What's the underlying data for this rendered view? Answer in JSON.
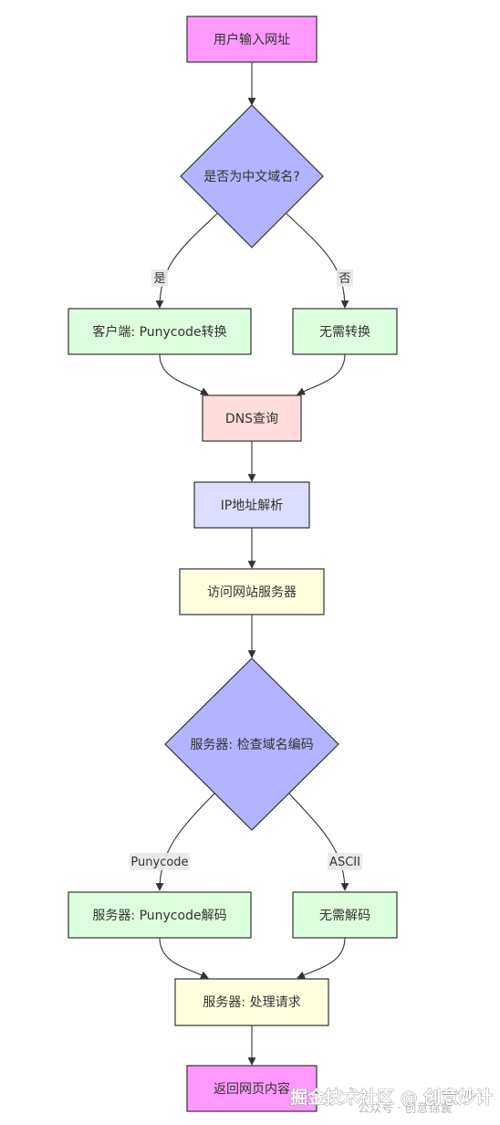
{
  "nodes": {
    "start": "用户输入网址",
    "is_chinese": "是否为中文域名?",
    "client_punycode": "客户端: Punycode转换",
    "no_convert": "无需转换",
    "dns_query": "DNS查询",
    "ip_resolve": "IP地址解析",
    "visit_server": "访问网站服务器",
    "server_check": "服务器: 检查域名编码",
    "server_decode": "服务器: Punycode解码",
    "no_decode": "无需解码",
    "server_process": "服务器: 处理请求",
    "return_page": "返回网页内容"
  },
  "edge_labels": {
    "yes": "是",
    "no": "否",
    "punycode": "Punycode",
    "ascii": "ASCII"
  },
  "colors": {
    "start_end_fill": "#ff99ff",
    "decision_fill": "#b3b3ff",
    "process_green_fill": "#ddffdd",
    "dns_fill": "#ffdddd",
    "ip_fill": "#ddddff",
    "yellow_fill": "#ffffdd",
    "border": "#333333"
  },
  "watermark": {
    "text": "掘金技术社区 @ 创意妙计",
    "ghost_text": "公众号 · 创意锦囊"
  }
}
